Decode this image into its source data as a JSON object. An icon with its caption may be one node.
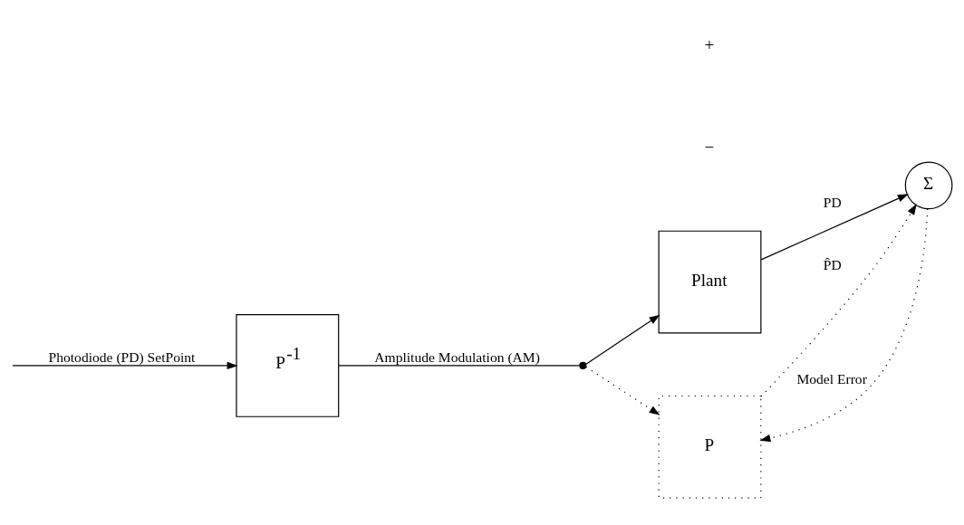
{
  "diagram": {
    "nodes": [
      {
        "text": [
          "P$^{-1}$"
        ]
      },
      {
        "text": [
          "Plant"
        ]
      },
      {
        "text": [
          "Σ"
        ]
      },
      {
        "text": [
          "P"
        ]
      },
      {
        "text": [],
        "shape": "circle"
      }
    ],
    "edges": [
      {
        "from": null,
        "to": 0,
        "arrow": "to",
        "label": "Photodiode (PD) SetPoint"
      },
      {
        "from": 0,
        "to": 4,
        "arrow": "none",
        "label": "Amplitude Modulation (AM)"
      },
      {
        "from": 4,
        "to": 1,
        "arrow": "to"
      },
      {
        "from": 4,
        "to": 3,
        "arrow": "to",
        "style": "dashed"
      },
      {
        "from": 1,
        "to": 2,
        "arrow": "to",
        "label": "PD"
      },
      {
        "from": 3,
        "to": 2,
        "arrow": "to",
        "style": "dashed",
        "label": "P̂D"
      },
      {
        "from": 2,
        "to": 3,
        "arrow": "to",
        "style": "dashed",
        "label": "Model Error"
      }
    ],
    "labels": [
      "+",
      "−"
    ]
  }
}
